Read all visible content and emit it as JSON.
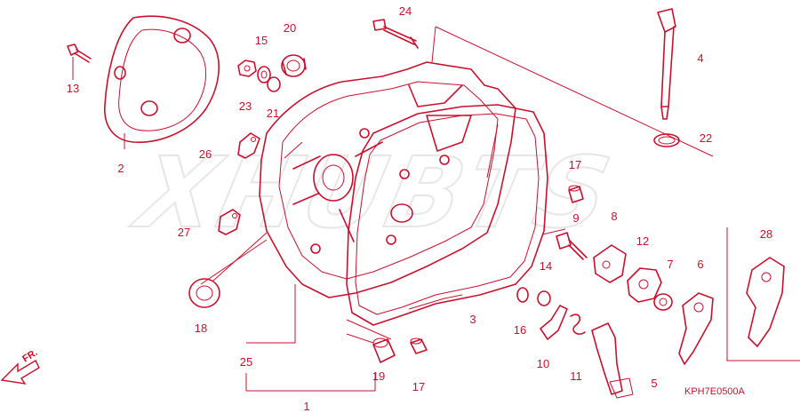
{
  "diagram": {
    "code": "KPH7E0500A",
    "direction_label": "FR.",
    "watermark": "XHUBTS",
    "callouts": [
      "1",
      "2",
      "3",
      "4",
      "5",
      "6",
      "7",
      "8",
      "9",
      "10",
      "11",
      "12",
      "13",
      "14",
      "15",
      "16",
      "17",
      "17",
      "18",
      "19",
      "20",
      "21",
      "22",
      "23",
      "24",
      "25",
      "26",
      "27",
      "28"
    ],
    "colors": {
      "line": "#c8102e",
      "watermark": "#e6e6e6",
      "background": "#ffffff"
    }
  }
}
